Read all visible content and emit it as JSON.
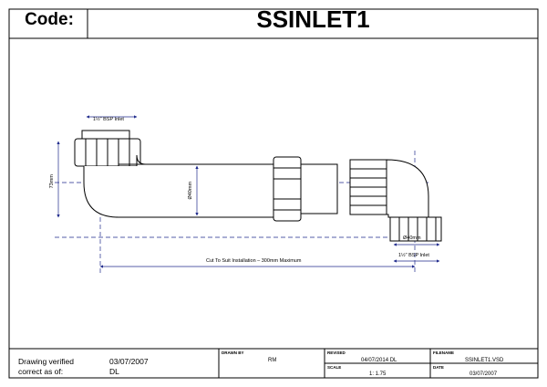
{
  "header": {
    "code_label": "Code:",
    "code_value": "SSINLET1"
  },
  "title_block": {
    "verified_label_line1": "Drawing verified",
    "verified_label_line2": "correct as of:",
    "verified_date": "03/07/2007",
    "verified_by": "DL",
    "drawn_by_label": "DRAWN BY",
    "drawn_by_value": "RM",
    "revised_label": "REVISED",
    "revised_value": "04/07/2014 DL",
    "filename_label": "FILENAME",
    "filename_value": "SSINLET1.VSD",
    "scale_label": "SCALE",
    "scale_value": "1: 1.75",
    "date_label": "DATE",
    "date_value": "03/07/2007"
  },
  "drawing": {
    "left_inlet_label": "1½\" BSP Inlet",
    "right_inlet_label": "1½\" BSP Inlet",
    "height_dim": "73mm",
    "pipe_dia_dim": "Ø40mm",
    "right_dia_dim": "Ø40mm",
    "length_dim": "Cut To Suit Installation – 300mm Maximum"
  },
  "colors": {
    "line": "#000000",
    "dimension": "#1f2a8c",
    "background": "#ffffff"
  }
}
